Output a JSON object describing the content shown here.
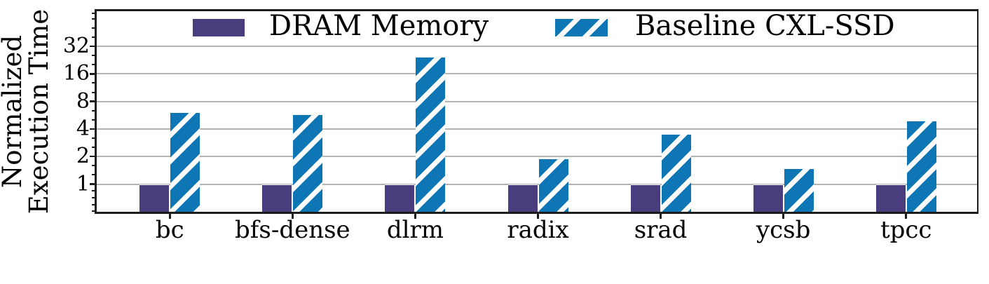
{
  "chart_data": {
    "type": "bar",
    "title": "",
    "ylabel": "Normalized Execution Time",
    "ylabel_lines": [
      "Normalized",
      "Execution Time"
    ],
    "xlabel": "",
    "categories": [
      "bc",
      "bfs-dense",
      "dlrm",
      "radix",
      "srad",
      "ycsb",
      "tpcc"
    ],
    "series": [
      {
        "name": "DRAM Memory",
        "color": "#4a3d7e",
        "hatch": "none",
        "values": [
          1.0,
          1.0,
          1.0,
          1.0,
          1.0,
          1.0,
          1.0
        ]
      },
      {
        "name": "Baseline CXL-SSD",
        "color": "#0f76b5",
        "hatch": "white-diagonal-stripes",
        "values": [
          6.1,
          5.8,
          24.5,
          1.9,
          3.5,
          1.5,
          4.9
        ]
      }
    ],
    "yscale": "log2",
    "yticks": [
      1,
      2,
      4,
      8,
      16,
      32
    ],
    "ylim": [
      0.47,
      82
    ],
    "grid": "horizontal-major",
    "gridline_color": "#b3b3b3",
    "axis_color": "#1c1c1c",
    "hatch_foreground": "#ffffff",
    "legend_position": "top-inside-row"
  }
}
